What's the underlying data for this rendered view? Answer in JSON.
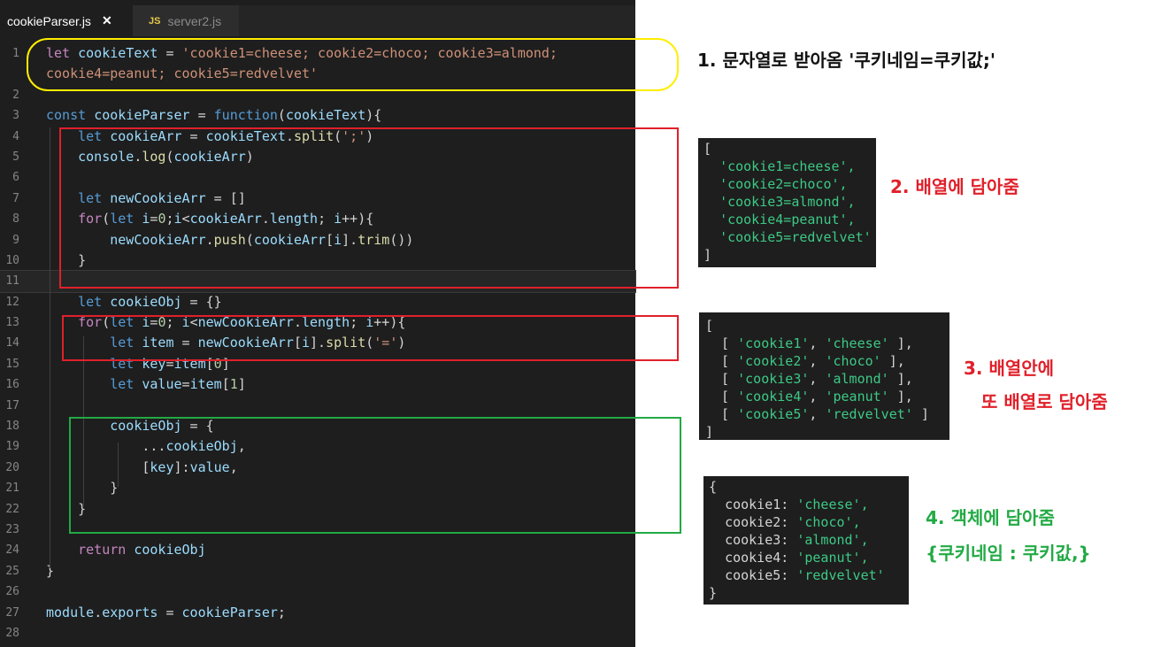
{
  "tabs": [
    {
      "label": "cookieParser.js",
      "close": "✕",
      "active": true
    },
    {
      "label": "server2.js",
      "badge": "JS",
      "active": false
    }
  ],
  "code_lines": [
    {
      "n": "1",
      "tokens": [
        [
          "k",
          "let"
        ],
        [
          "",
          " "
        ],
        [
          "v",
          "cookieText"
        ],
        [
          "",
          " = "
        ],
        [
          "s",
          "'cookie1=cheese; cookie2=choco; cookie3=almond;"
        ]
      ]
    },
    {
      "n": "",
      "tokens": [
        [
          "s",
          "cookie4=peanut; cookie5=redvelvet'"
        ]
      ]
    },
    {
      "n": "2",
      "tokens": []
    },
    {
      "n": "3",
      "tokens": [
        [
          "vd",
          "const"
        ],
        [
          "",
          " "
        ],
        [
          "v",
          "cookieParser"
        ],
        [
          "",
          " = "
        ],
        [
          "vd",
          "function"
        ],
        [
          "",
          "("
        ],
        [
          "v",
          "cookieText"
        ],
        [
          "",
          "){"
        ]
      ]
    },
    {
      "n": "4",
      "tokens": [
        [
          "",
          "    "
        ],
        [
          "vd",
          "let"
        ],
        [
          "",
          " "
        ],
        [
          "v",
          "cookieArr"
        ],
        [
          "",
          " = "
        ],
        [
          "v",
          "cookieText"
        ],
        [
          "",
          "."
        ],
        [
          "f",
          "split"
        ],
        [
          "",
          "("
        ],
        [
          "s",
          "';'"
        ],
        [
          "",
          ")"
        ]
      ]
    },
    {
      "n": "5",
      "tokens": [
        [
          "",
          "    "
        ],
        [
          "v",
          "console"
        ],
        [
          "",
          "."
        ],
        [
          "f",
          "log"
        ],
        [
          "",
          "("
        ],
        [
          "v",
          "cookieArr"
        ],
        [
          "",
          ")"
        ]
      ]
    },
    {
      "n": "6",
      "tokens": []
    },
    {
      "n": "7",
      "tokens": [
        [
          "",
          "    "
        ],
        [
          "vd",
          "let"
        ],
        [
          "",
          " "
        ],
        [
          "v",
          "newCookieArr"
        ],
        [
          "",
          " = []"
        ]
      ]
    },
    {
      "n": "8",
      "tokens": [
        [
          "",
          "    "
        ],
        [
          "k",
          "for"
        ],
        [
          "",
          "("
        ],
        [
          "vd",
          "let"
        ],
        [
          "",
          " "
        ],
        [
          "v",
          "i"
        ],
        [
          "",
          "="
        ],
        [
          "n",
          "0"
        ],
        [
          "",
          ";"
        ],
        [
          "v",
          "i"
        ],
        [
          "",
          "<"
        ],
        [
          "v",
          "cookieArr"
        ],
        [
          "",
          "."
        ],
        [
          "v",
          "length"
        ],
        [
          "",
          "; "
        ],
        [
          "v",
          "i"
        ],
        [
          "",
          "++){"
        ]
      ]
    },
    {
      "n": "9",
      "tokens": [
        [
          "",
          "        "
        ],
        [
          "v",
          "newCookieArr"
        ],
        [
          "",
          "."
        ],
        [
          "f",
          "push"
        ],
        [
          "",
          "("
        ],
        [
          "v",
          "cookieArr"
        ],
        [
          "",
          "["
        ],
        [
          "v",
          "i"
        ],
        [
          "",
          "]."
        ],
        [
          "f",
          "trim"
        ],
        [
          "",
          "())"
        ]
      ]
    },
    {
      "n": "10",
      "tokens": [
        [
          "",
          "    }"
        ]
      ]
    },
    {
      "n": "11",
      "tokens": [],
      "current": true
    },
    {
      "n": "12",
      "tokens": [
        [
          "",
          "    "
        ],
        [
          "vd",
          "let"
        ],
        [
          "",
          " "
        ],
        [
          "v",
          "cookieObj"
        ],
        [
          "",
          " = {}"
        ]
      ]
    },
    {
      "n": "13",
      "tokens": [
        [
          "",
          "    "
        ],
        [
          "k",
          "for"
        ],
        [
          "",
          "("
        ],
        [
          "vd",
          "let"
        ],
        [
          "",
          " "
        ],
        [
          "v",
          "i"
        ],
        [
          "",
          "="
        ],
        [
          "n",
          "0"
        ],
        [
          "",
          "; "
        ],
        [
          "v",
          "i"
        ],
        [
          "",
          "<"
        ],
        [
          "v",
          "newCookieArr"
        ],
        [
          "",
          "."
        ],
        [
          "v",
          "length"
        ],
        [
          "",
          "; "
        ],
        [
          "v",
          "i"
        ],
        [
          "",
          "++){"
        ]
      ]
    },
    {
      "n": "14",
      "tokens": [
        [
          "",
          "        "
        ],
        [
          "vd",
          "let"
        ],
        [
          "",
          " "
        ],
        [
          "v",
          "item"
        ],
        [
          "",
          " = "
        ],
        [
          "v",
          "newCookieArr"
        ],
        [
          "",
          "["
        ],
        [
          "v",
          "i"
        ],
        [
          "",
          "]."
        ],
        [
          "f",
          "split"
        ],
        [
          "",
          "("
        ],
        [
          "s",
          "'='"
        ],
        [
          "",
          ")"
        ]
      ]
    },
    {
      "n": "15",
      "tokens": [
        [
          "",
          "        "
        ],
        [
          "vd",
          "let"
        ],
        [
          "",
          " "
        ],
        [
          "v",
          "key"
        ],
        [
          "",
          "="
        ],
        [
          "v",
          "item"
        ],
        [
          "",
          "["
        ],
        [
          "n",
          "0"
        ],
        [
          "",
          "]"
        ]
      ]
    },
    {
      "n": "16",
      "tokens": [
        [
          "",
          "        "
        ],
        [
          "vd",
          "let"
        ],
        [
          "",
          " "
        ],
        [
          "v",
          "value"
        ],
        [
          "",
          "="
        ],
        [
          "v",
          "item"
        ],
        [
          "",
          "["
        ],
        [
          "n",
          "1"
        ],
        [
          "",
          "]"
        ]
      ]
    },
    {
      "n": "17",
      "tokens": []
    },
    {
      "n": "18",
      "tokens": [
        [
          "",
          "        "
        ],
        [
          "v",
          "cookieObj"
        ],
        [
          "",
          " = {"
        ]
      ]
    },
    {
      "n": "19",
      "tokens": [
        [
          "",
          "            ..."
        ],
        [
          "v",
          "cookieObj"
        ],
        [
          "",
          ","
        ]
      ]
    },
    {
      "n": "20",
      "tokens": [
        [
          "",
          "            ["
        ],
        [
          "v",
          "key"
        ],
        [
          "",
          "]:"
        ],
        [
          "v",
          "value"
        ],
        [
          "",
          ","
        ]
      ]
    },
    {
      "n": "21",
      "tokens": [
        [
          "",
          "        }"
        ]
      ]
    },
    {
      "n": "22",
      "tokens": [
        [
          "",
          "    }"
        ]
      ]
    },
    {
      "n": "23",
      "tokens": []
    },
    {
      "n": "24",
      "tokens": [
        [
          "",
          "    "
        ],
        [
          "k",
          "return"
        ],
        [
          "",
          " "
        ],
        [
          "v",
          "cookieObj"
        ]
      ]
    },
    {
      "n": "25",
      "tokens": [
        [
          "",
          "}"
        ]
      ]
    },
    {
      "n": "26",
      "tokens": []
    },
    {
      "n": "27",
      "tokens": [
        [
          "v",
          "module"
        ],
        [
          "",
          "."
        ],
        [
          "v",
          "exports"
        ],
        [
          "",
          " = "
        ],
        [
          "v",
          "cookieParser"
        ],
        [
          "",
          ";"
        ]
      ]
    },
    {
      "n": "28",
      "tokens": []
    }
  ],
  "outputs": {
    "array": {
      "open": "[",
      "items": [
        "'cookie1=cheese',",
        "'cookie2=choco',",
        "'cookie3=almond',",
        "'cookie4=peanut',",
        "'cookie5=redvelvet'"
      ],
      "close": "]"
    },
    "nested": {
      "open": "[",
      "rows": [
        [
          "'cookie1'",
          "'cheese'"
        ],
        [
          "'cookie2'",
          "'choco'"
        ],
        [
          "'cookie3'",
          "'almond'"
        ],
        [
          "'cookie4'",
          "'peanut'"
        ],
        [
          "'cookie5'",
          "'redvelvet'"
        ]
      ],
      "close": "]"
    },
    "object": {
      "open": "{",
      "rows": [
        [
          "cookie1:",
          "'cheese',"
        ],
        [
          "cookie2:",
          "'choco',"
        ],
        [
          "cookie3:",
          "'almond',"
        ],
        [
          "cookie4:",
          "'peanut',"
        ],
        [
          "cookie5:",
          "'redvelvet'"
        ]
      ],
      "close": "}"
    }
  },
  "annotations": {
    "step1": "1. 문자열로 받아옴 '쿠키네임=쿠키값;'",
    "step2": "2. 배열에 담아줌",
    "step3_line1": "3. 배열안에",
    "step3_line2": "또 배열로 담아줌",
    "step4_line1": "4. 객체에 담아줌",
    "step4_line2": "{쿠키네임 : 쿠키값,}"
  },
  "colors": {
    "yellow_box": "#ffee00",
    "red_box": "#e0202a",
    "green_box": "#22aa44",
    "string_green": "#3dc985"
  }
}
